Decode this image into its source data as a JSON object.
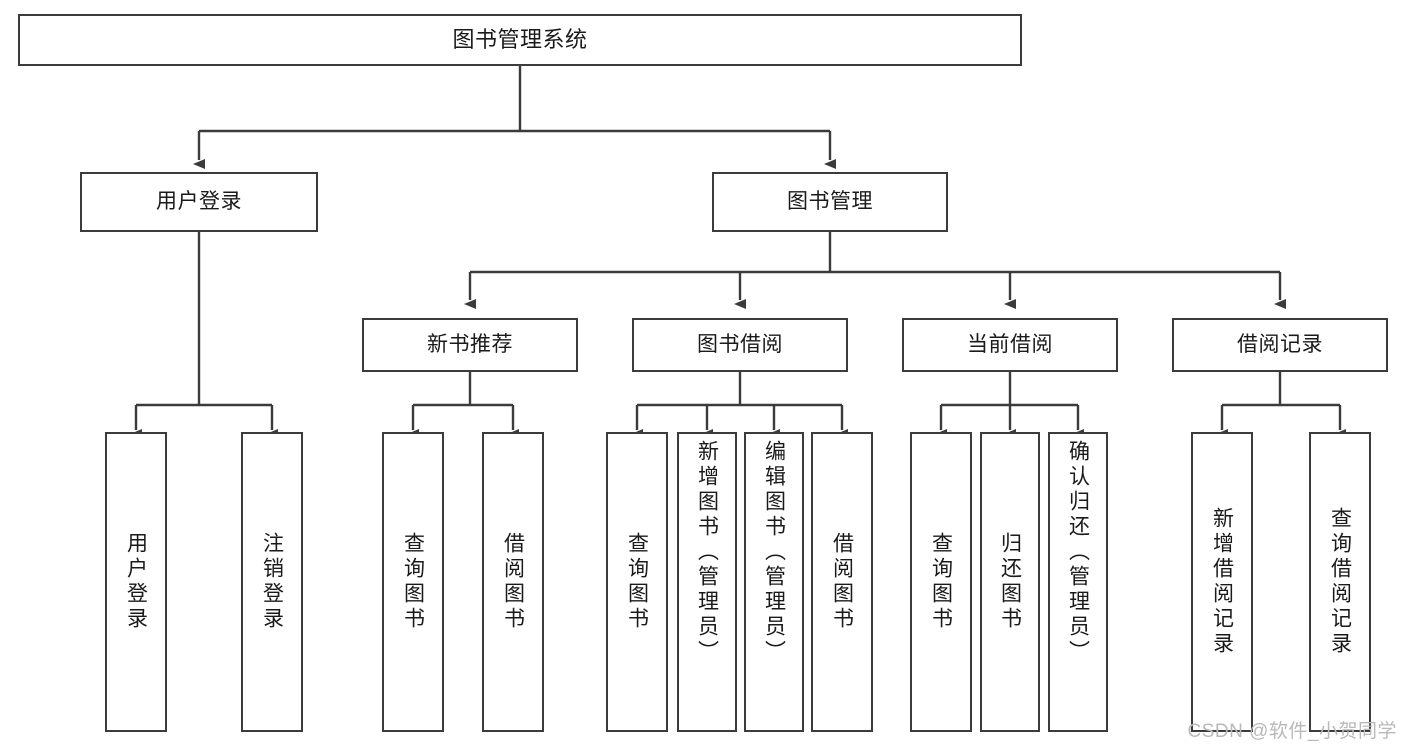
{
  "diagram": {
    "title": "图书管理系统",
    "type": "功能结构图",
    "stroke_color": "#3b3b3b",
    "text_color": "#1a1a1a",
    "background_color": "#ffffff",
    "watermark": "CSDN @软件_小贺同学"
  },
  "root": {
    "label": "图书管理系统"
  },
  "level2": [
    {
      "label": "用户登录"
    },
    {
      "label": "图书管理"
    }
  ],
  "level3": [
    {
      "label": "新书推荐"
    },
    {
      "label": "图书借阅"
    },
    {
      "label": "当前借阅"
    },
    {
      "label": "借阅记录"
    }
  ],
  "leaves": {
    "user_login": [
      {
        "label": "用户登录"
      },
      {
        "label": "注销登录"
      }
    ],
    "new_book_recommend": [
      {
        "label": "查询图书"
      },
      {
        "label": "借阅图书"
      }
    ],
    "book_borrow": [
      {
        "label": "查询图书"
      },
      {
        "label": "新增图书（管理员）"
      },
      {
        "label": "编辑图书（管理员）"
      },
      {
        "label": "借阅图书"
      }
    ],
    "current_borrow": [
      {
        "label": "查询图书"
      },
      {
        "label": "归还图书"
      },
      {
        "label": "确认归还（管理员）"
      }
    ],
    "borrow_record": [
      {
        "label": "新增借阅记录"
      },
      {
        "label": "查询借阅记录"
      }
    ]
  }
}
